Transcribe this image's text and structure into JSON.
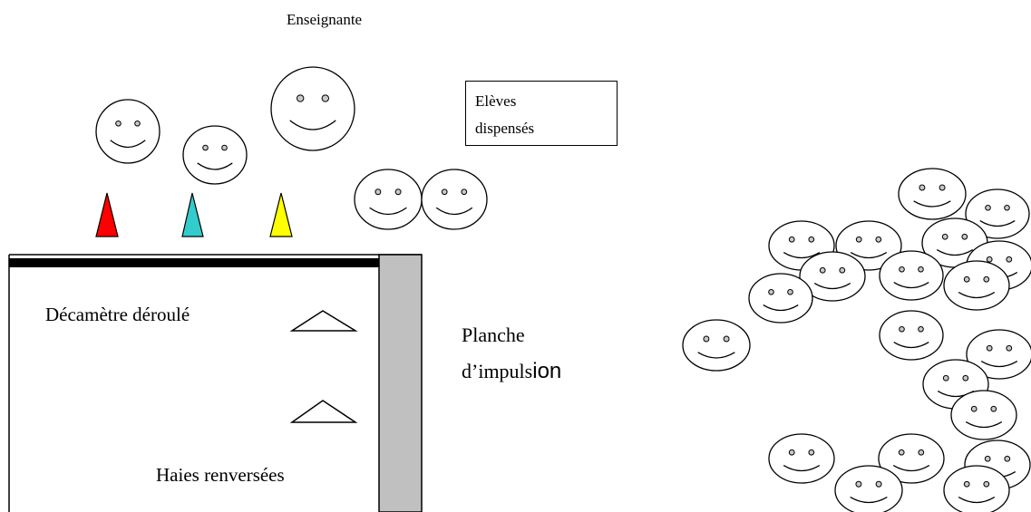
{
  "labels": {
    "teacher": "Enseignante",
    "exempt_line1": "Elèves",
    "exempt_line2": "dispensés",
    "decameter": "Décamètre déroulé",
    "hurdles": "Haies renversées",
    "board_line1": "Planche",
    "board_line2_a": "d’impuls",
    "board_line2_b": "ion"
  },
  "icons": {
    "student": "smiley-face-icon",
    "cone": "cone-icon",
    "hurdle": "triangle-hurdle-icon"
  },
  "colors": {
    "cone_red": "#ff0000",
    "cone_cyan": "#33cccc",
    "cone_yellow": "#ffff00",
    "board": "#c0c0c0",
    "line": "#000000"
  }
}
